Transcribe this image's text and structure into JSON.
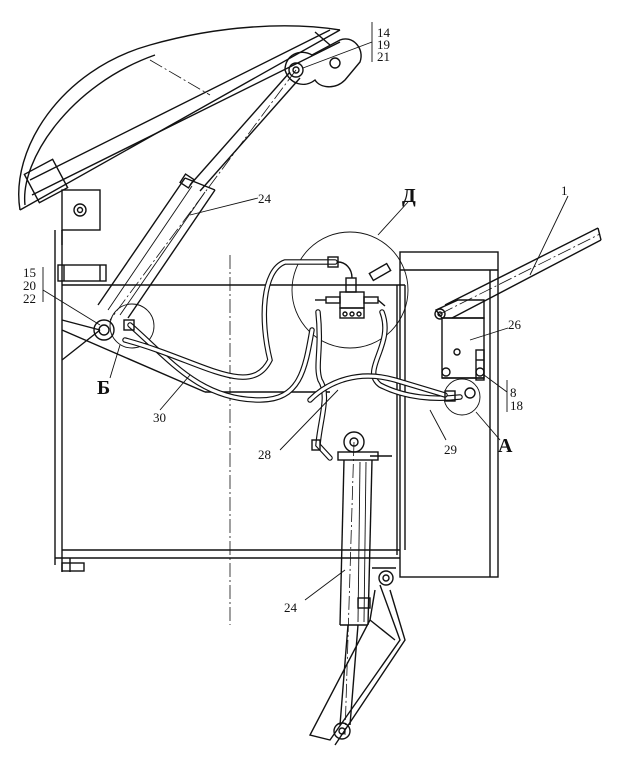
{
  "labels": {
    "group_top": [
      "14",
      "19",
      "21"
    ],
    "cylinder_upper": "24",
    "detail_d": "Д",
    "lever": "1",
    "group_left": [
      "15",
      "20",
      "22"
    ],
    "valve_block": "26",
    "detail_b": "Б",
    "hose_30": "30",
    "group_right": [
      "8",
      "18"
    ],
    "hose_29": "29",
    "detail_a": "А",
    "hose_28": "28",
    "cylinder_lower": "24"
  }
}
